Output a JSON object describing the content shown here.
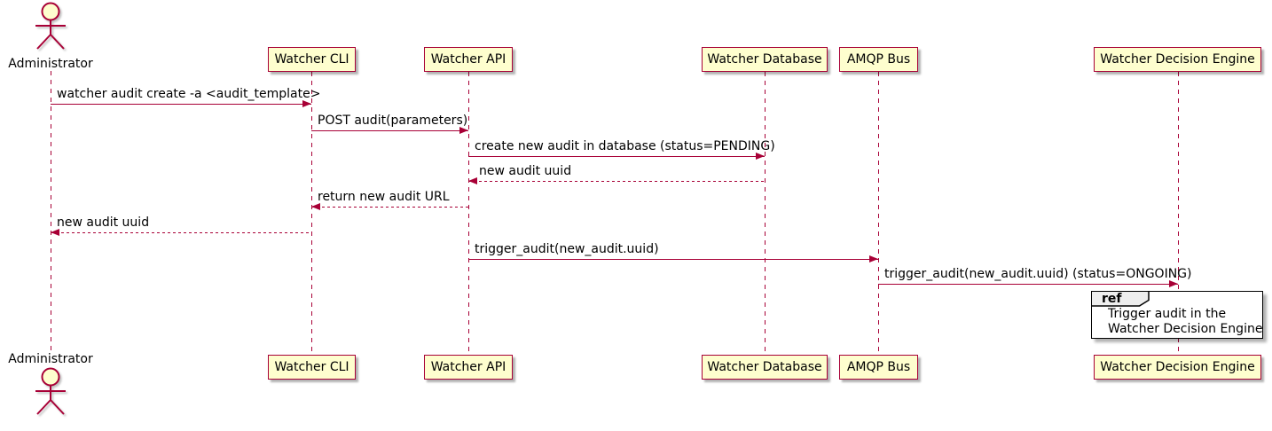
{
  "diagram": {
    "kind": "uml-sequence-diagram",
    "actor": {
      "name": "Administrator"
    },
    "participants": [
      {
        "name": "Watcher CLI"
      },
      {
        "name": "Watcher API"
      },
      {
        "name": "Watcher Database"
      },
      {
        "name": "AMQP Bus"
      },
      {
        "name": "Watcher Decision Engine"
      }
    ],
    "messages": [
      {
        "from": "Administrator",
        "to": "Watcher CLI",
        "style": "solid",
        "text": "watcher audit create -a <audit_template>"
      },
      {
        "from": "Watcher CLI",
        "to": "Watcher API",
        "style": "solid",
        "text": "POST audit(parameters)"
      },
      {
        "from": "Watcher API",
        "to": "Watcher Database",
        "style": "solid",
        "text": "create new audit in database (status=PENDING)"
      },
      {
        "from": "Watcher Database",
        "to": "Watcher API",
        "style": "dashed",
        "text": "new audit uuid"
      },
      {
        "from": "Watcher API",
        "to": "Watcher CLI",
        "style": "dashed",
        "text": "return new audit URL"
      },
      {
        "from": "Watcher CLI",
        "to": "Administrator",
        "style": "dashed",
        "text": "new audit uuid"
      },
      {
        "from": "Watcher API",
        "to": "AMQP Bus",
        "style": "solid",
        "text": "trigger_audit(new_audit.uuid)"
      },
      {
        "from": "AMQP Bus",
        "to": "Watcher Decision Engine",
        "style": "solid",
        "text": "trigger_audit(new_audit.uuid) (status=ONGOING)"
      }
    ],
    "ref": {
      "keyword": "ref",
      "lines": [
        "Trigger audit in the",
        "Watcher Decision Engine"
      ]
    },
    "colors": {
      "participant_fill": "#FEFECE",
      "line_accent": "#A80036",
      "text": "#000000",
      "ref_tab_fill": "#EEEEEE",
      "ref_border": "#000000",
      "background": "#FFFFFF"
    }
  }
}
